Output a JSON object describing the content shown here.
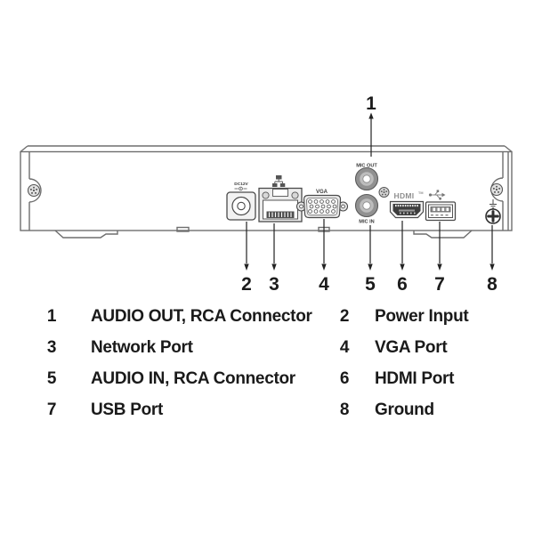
{
  "diagram": {
    "title": "NVR rear panel diagram",
    "port_labels": {
      "power": "DC12V",
      "vga": "VGA",
      "mic_out": "MIC OUT",
      "mic_in": "MIC IN",
      "hdmi": "HDMI",
      "hdmi_tm": "TM"
    },
    "icons": {
      "network_icon": "ethernet-network",
      "usb_icon": "usb-trident",
      "ground_icon": "earth-ground",
      "polarity_icon": "dc-power-polarity"
    },
    "callouts": {
      "c1": "1",
      "c2": "2",
      "c3": "3",
      "c4": "4",
      "c5": "5",
      "c6": "6",
      "c7": "7",
      "c8": "8"
    }
  },
  "legend": {
    "rows": [
      {
        "num_left": "1",
        "label_left": "AUDIO OUT, RCA Connector",
        "num_right": "2",
        "label_right": "Power Input"
      },
      {
        "num_left": "3",
        "label_left": "Network Port",
        "num_right": "4",
        "label_right": "VGA Port"
      },
      {
        "num_left": "5",
        "label_left": "AUDIO IN, RCA Connector",
        "num_right": "6",
        "label_right": "HDMI Port"
      },
      {
        "num_left": "7",
        "label_left": "USB Port",
        "num_right": "8",
        "label_right": "Ground"
      }
    ]
  },
  "colors": {
    "background": "#ffffff",
    "chassis_gray": "#6e6e6e",
    "connector_stroke": "#4a4a4a",
    "rca_outer": "#919191",
    "rca_ring": "#bdbdbd",
    "text_black": "#1a1a1a",
    "hdmi_logo_gray": "#8f8f8f"
  }
}
